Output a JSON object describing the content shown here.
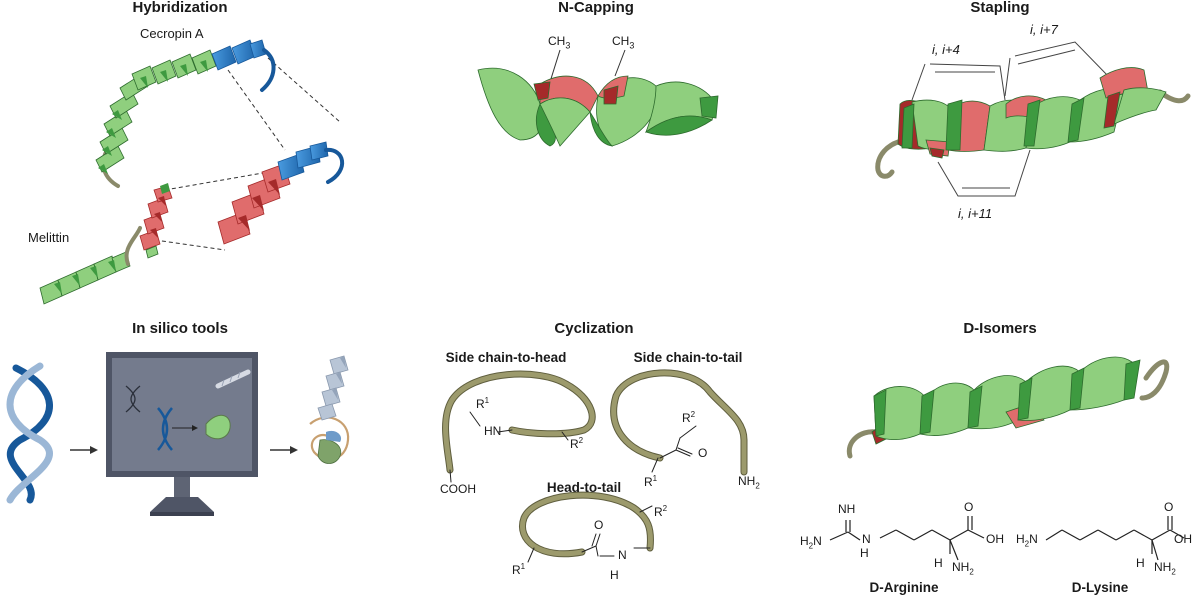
{
  "panels": {
    "hybridization": {
      "title": "Hybridization",
      "label_a": "Cecropin A",
      "label_b": "Melittin"
    },
    "ncapping": {
      "title": "N-Capping",
      "methyl_1": "CH",
      "methyl_2": "CH",
      "sub_3": "3"
    },
    "stapling": {
      "title": "Stapling",
      "staple_1": "i, i+4",
      "staple_2": "i, i+7",
      "staple_3": "i, i+11"
    },
    "insilico": {
      "title": "In silico tools"
    },
    "cyclization": {
      "title": "Cyclization",
      "side_head": "Side chain-to-head",
      "side_tail": "Side chain-to-tail",
      "head_tail": "Head-to-tail",
      "r1": "R",
      "r2": "R",
      "sup1": "1",
      "sup2": "2",
      "hn": "HN",
      "cooh": "COOH",
      "nh2": "NH",
      "sub2": "2",
      "o": "O",
      "n": "N",
      "h": "H"
    },
    "disomers": {
      "title_prefix": "D",
      "title_suffix": "-Isomers",
      "arg_prefix": "D",
      "arg_suffix": "-Arginine",
      "lys_prefix": "D",
      "lys_suffix": "-Lysine",
      "nh": "NH",
      "h2n": "H",
      "oh": "OH",
      "o": "O",
      "nh2": "NH"
    }
  },
  "colors": {
    "helix_light": "#8fcf7e",
    "helix_dark": "#3e9a40",
    "blue": "#2f7fc1",
    "blue_dark": "#17589a",
    "red": "#e06c6c",
    "red_dark": "#a52a2a",
    "tail": "#8a8a6a",
    "chain": "#8c8a5e"
  }
}
